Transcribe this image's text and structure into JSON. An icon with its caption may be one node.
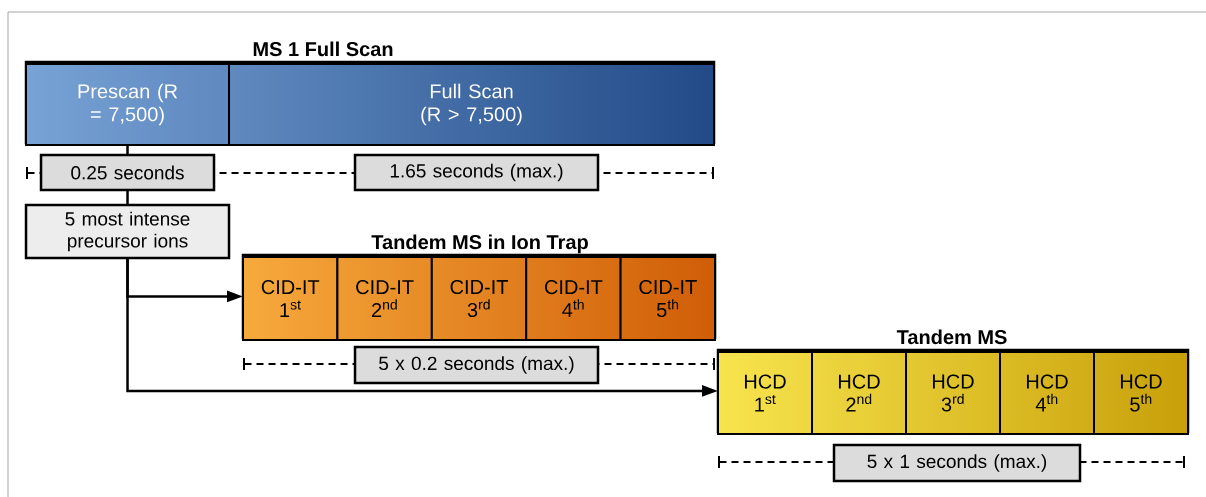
{
  "diagram": {
    "nodes": [
      {
        "text": [
          "MS 1 Full Scan"
        ]
      },
      {
        "text": [
          "Prescan (R = 7,500)"
        ],
        "in": 0
      },
      {
        "text": [
          "Full Scan (R > 7,500)"
        ],
        "in": 0
      },
      {
        "text": [
          "0.25 seconds"
        ]
      },
      {
        "text": [
          "1.65 seconds (max.)"
        ]
      },
      {
        "text": [
          "5 most intense precursor ions"
        ]
      },
      {
        "text": [
          "Tandem MS in Ion Trap"
        ]
      },
      {
        "text": [
          "CID-IT 1$^{st}$"
        ],
        "in": 6
      },
      {
        "text": [
          "CID-IT 2$^{nd}$"
        ],
        "in": 6
      },
      {
        "text": [
          "CID-IT 3$^{rd}$"
        ],
        "in": 6
      },
      {
        "text": [
          "CID-IT 4$^{th}$"
        ],
        "in": 6
      },
      {
        "text": [
          "CID-IT 5$^{th}$"
        ],
        "in": 6
      },
      {
        "text": [
          "5 x 0.2 seconds (max.)"
        ]
      },
      {
        "text": [
          "Tandem MS"
        ]
      },
      {
        "text": [
          "HCD 1$^{st}$"
        ],
        "in": 13
      },
      {
        "text": [
          "HCD 2$^{nd}$"
        ],
        "in": 13
      },
      {
        "text": [
          "HCD 3$^{rd}$"
        ],
        "in": 13
      },
      {
        "text": [
          "HCD 4$^{th}$"
        ],
        "in": 13
      },
      {
        "text": [
          "HCD 5$^{th}$"
        ],
        "in": 13
      },
      {
        "text": [
          "5 x 1 seconds (max.)"
        ]
      }
    ],
    "edges": [
      {
        "from": 1,
        "to": 3,
        "arrow": "none"
      },
      {
        "from": 3,
        "to": 5,
        "arrow": "none"
      },
      {
        "from": 5,
        "to": 6,
        "arrow": "to"
      },
      {
        "from": 5,
        "to": 13,
        "arrow": "to"
      }
    ]
  }
}
